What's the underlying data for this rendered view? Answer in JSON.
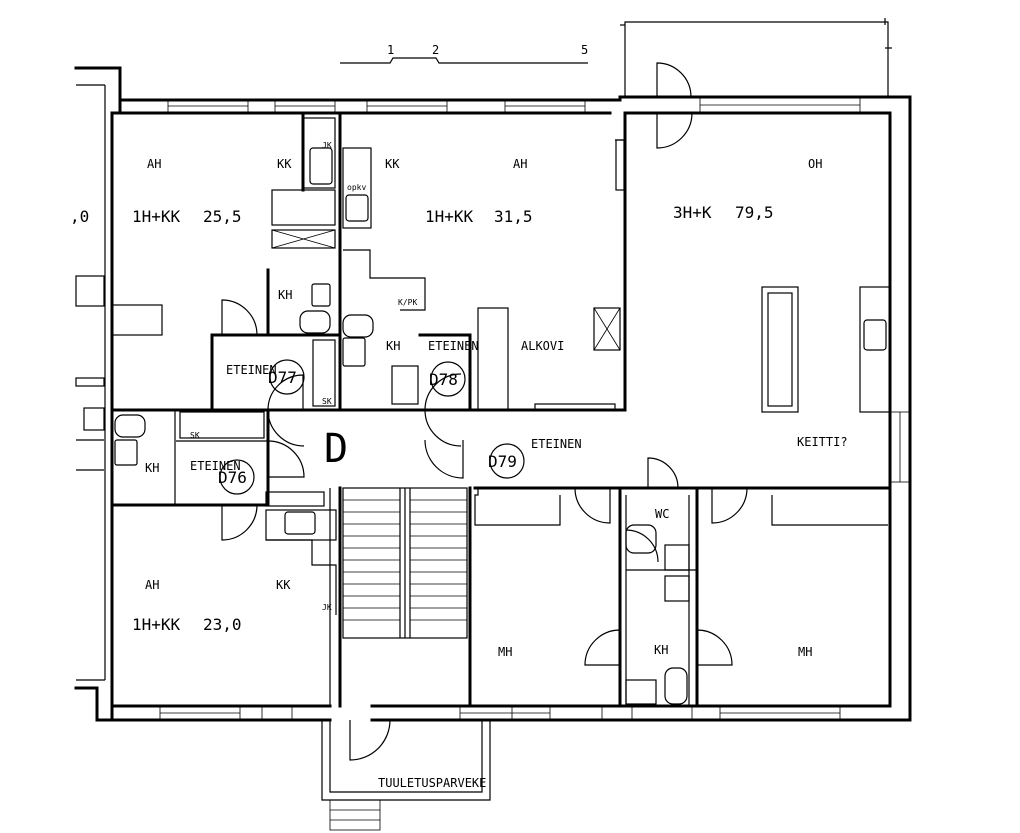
{
  "scale_bar": {
    "ticks": [
      "1",
      "2",
      "5"
    ]
  },
  "apartments": [
    {
      "id": "D77",
      "type": "1H+KK",
      "area": "25,5",
      "rooms": [
        "AH",
        "KK",
        "KH",
        "ETEINEN"
      ]
    },
    {
      "id": "D78",
      "type": "1H+KK",
      "area": "31,5",
      "rooms": [
        "KK",
        "AH",
        "KH",
        "ETEINEN",
        "ALKOVI"
      ]
    },
    {
      "id": "D79",
      "type": "3H+K",
      "area": "79,5",
      "rooms": [
        "OH",
        "ETEINEN",
        "KEITTI?",
        "WC",
        "KH",
        "MH",
        "MH"
      ]
    },
    {
      "id": "D76",
      "type": "1H+KK",
      "area": "23,0",
      "rooms": [
        "AH",
        "KK",
        "KH",
        "ETEINEN"
      ]
    }
  ],
  "left_partial": {
    "area_fragment": ",0"
  },
  "stairwell": {
    "letter": "D"
  },
  "balcony": {
    "label": "TUULETUSPARVEKE"
  },
  "fixtures": {
    "sk": "SK",
    "jk": "JK",
    "kpk": "K/PK",
    "opkv": "opkv"
  }
}
